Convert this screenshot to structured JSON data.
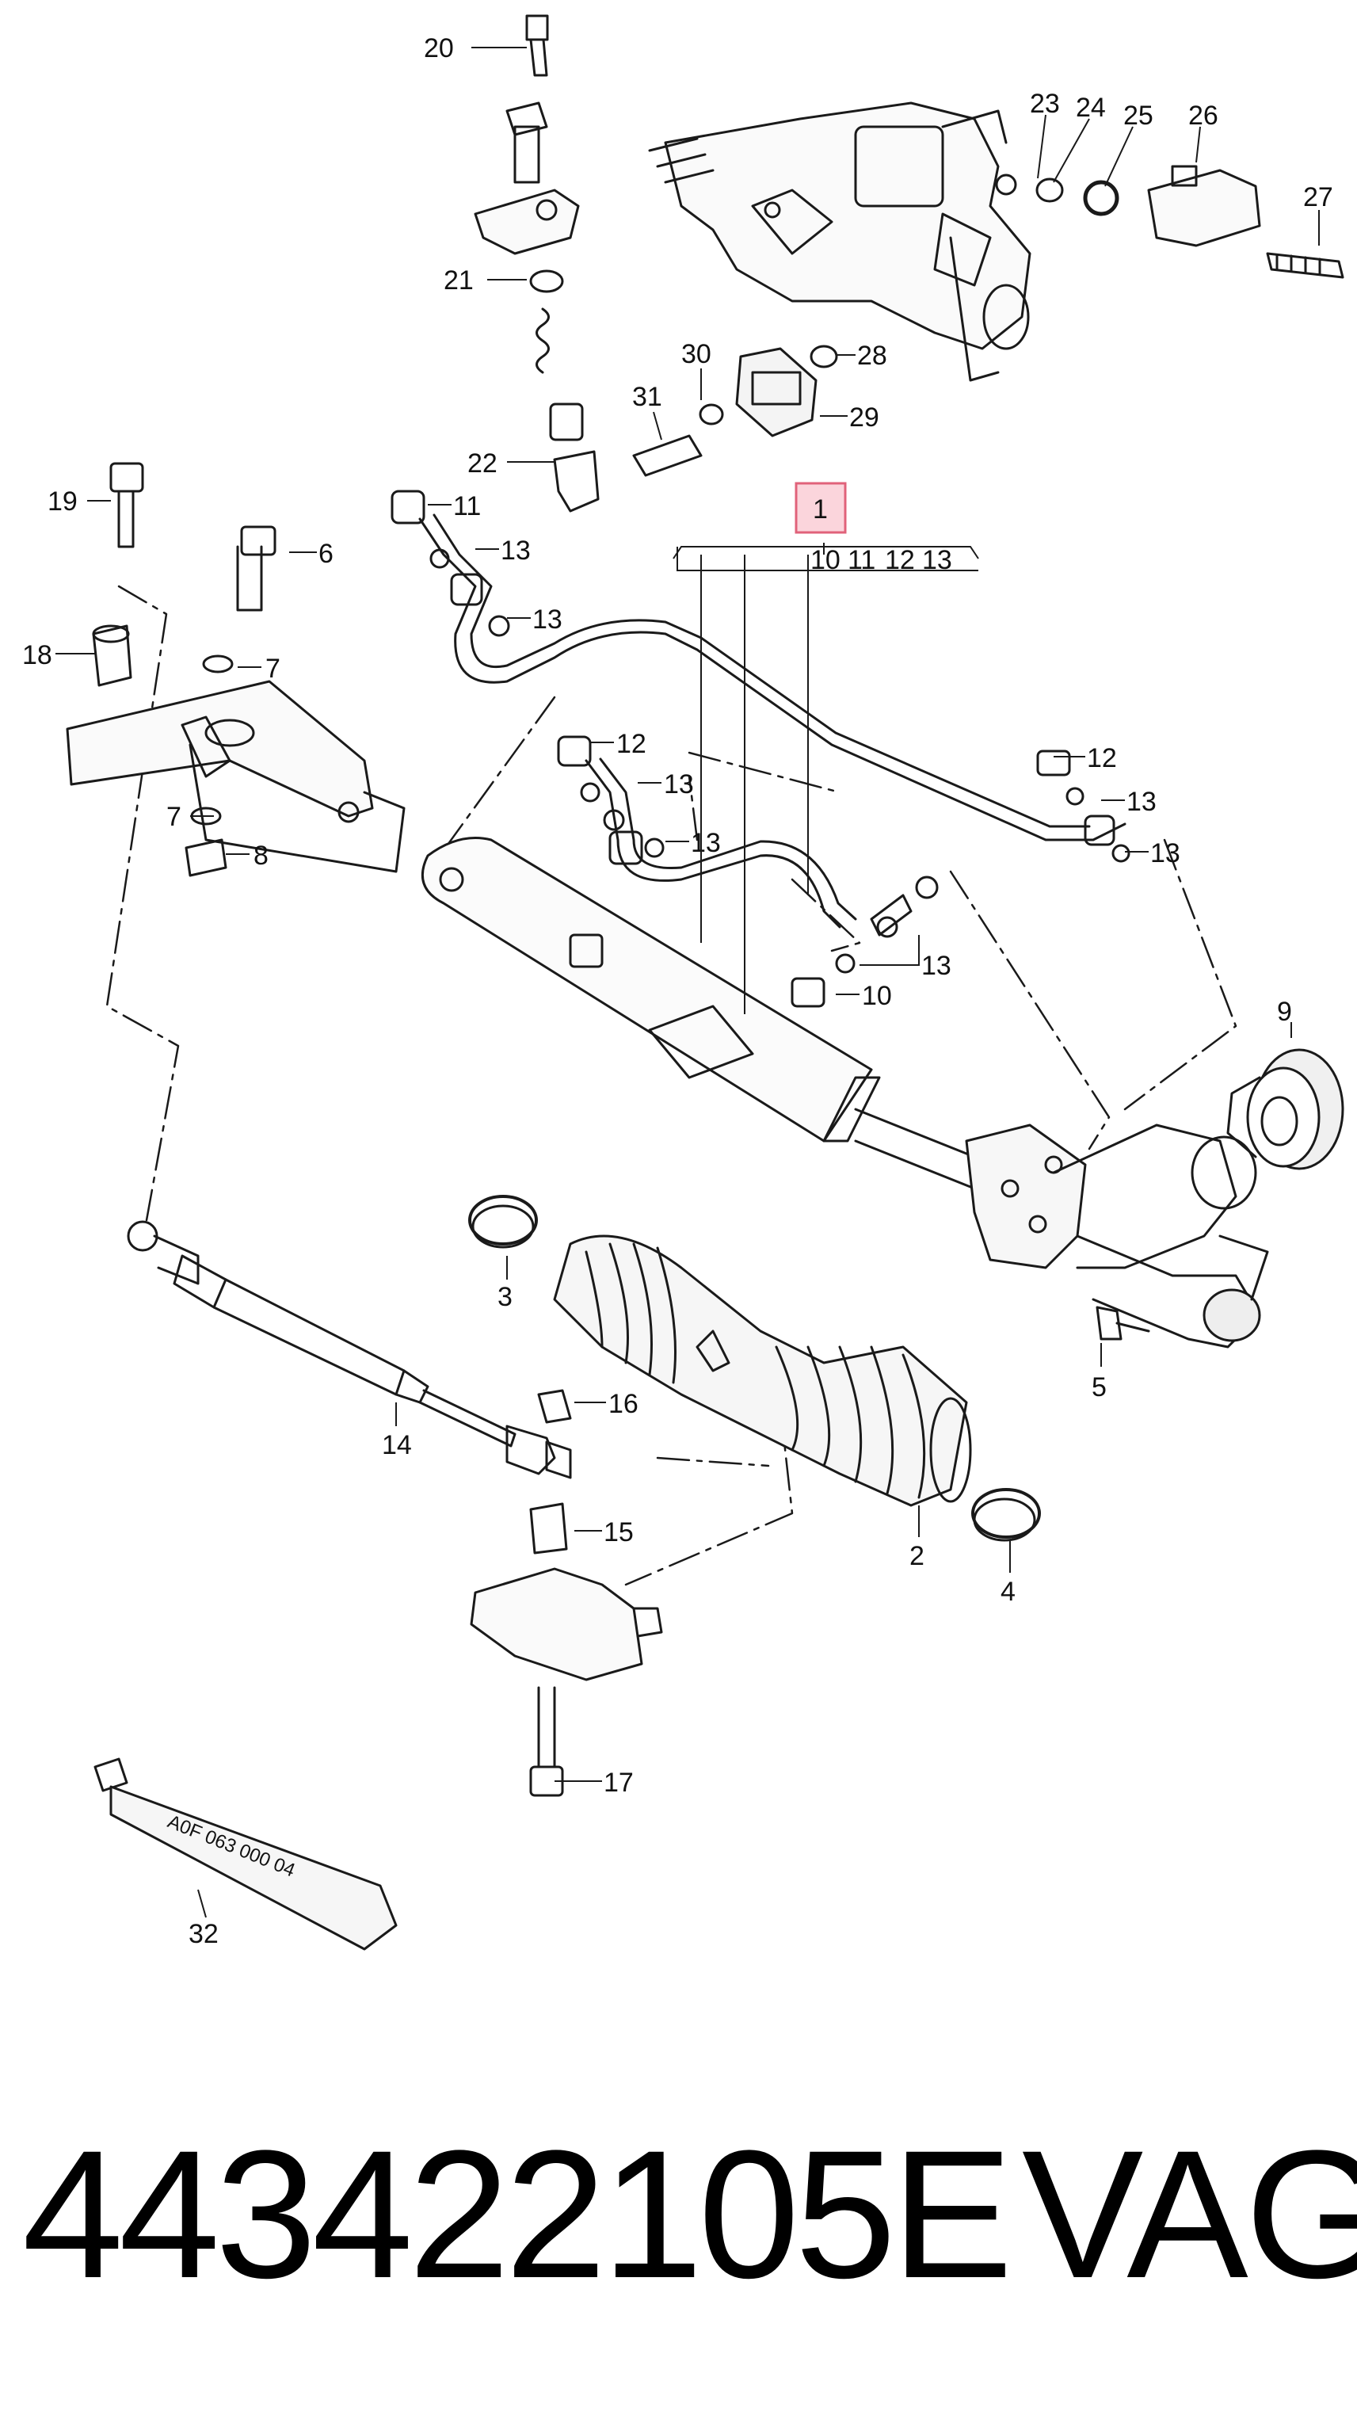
{
  "footer": {
    "part_number": "443422105E",
    "brand": "VAG"
  },
  "diagram": {
    "highlight_color": "#e0627a",
    "highlight_fill": "#fbd5dc",
    "callouts": {
      "c1": "1",
      "c2": "2",
      "c3": "3",
      "c4": "4",
      "c5": "5",
      "c6": "6",
      "c7a": "7",
      "c7b": "7",
      "c8": "8",
      "c9": "9",
      "c10": "10",
      "c11": "11",
      "c12a": "12",
      "c12b": "12",
      "c13a": "13",
      "c13b": "13",
      "c13c": "13",
      "c13d": "13",
      "c13e": "13",
      "c13f": "13",
      "c13g": "13",
      "c14": "14",
      "c15": "15",
      "c16": "16",
      "c17": "17",
      "c18": "18",
      "c19": "19",
      "c20": "20",
      "c21": "21",
      "c22": "22",
      "c23": "23",
      "c24": "24",
      "c25": "25",
      "c26": "26",
      "c27": "27",
      "c28": "28",
      "c29": "29",
      "c30": "30",
      "c31": "31",
      "c32": "32"
    },
    "group_labels": [
      "10",
      "11",
      "12",
      "13"
    ],
    "tube_marking": "A0F 063 000 04"
  }
}
